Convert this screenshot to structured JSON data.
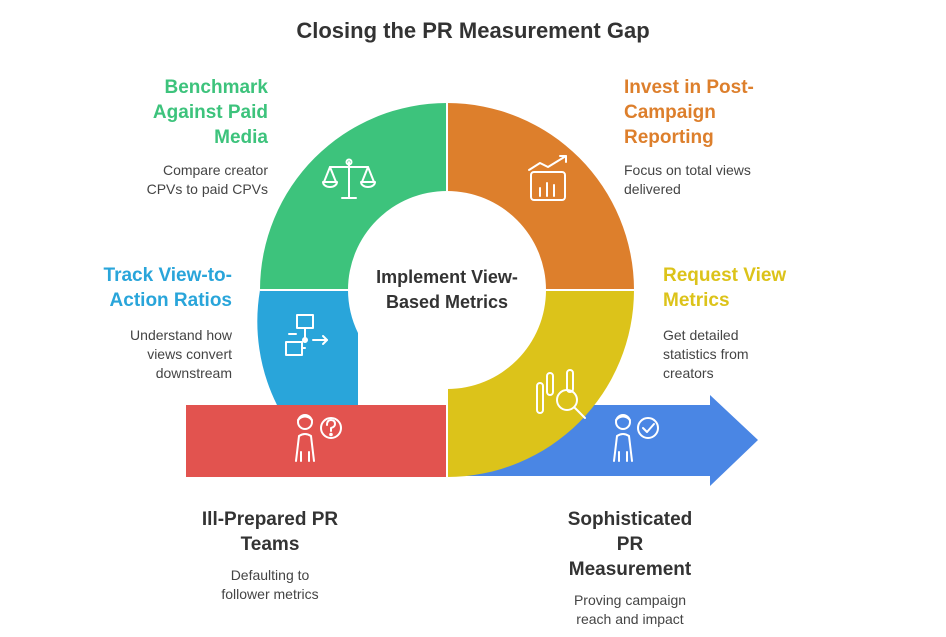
{
  "title": "Closing the PR Measurement Gap",
  "center_text": "Implement View-\nBased Metrics",
  "colors": {
    "green": "#3dc37c",
    "orange": "#dd7f2c",
    "blue": "#29a5da",
    "yellow": "#dcc31a",
    "red": "#e2534f",
    "arrow_blue": "#4a86e4"
  },
  "segments": [
    {
      "label": "Benchmark\nAgainst Paid\nMedia",
      "description": "Compare creator\nCPVs to paid CPVs",
      "icon": "scales-icon",
      "color": "#3dc37c"
    },
    {
      "label": "Invest in Post-\nCampaign\nReporting",
      "description": "Focus on total views\ndelivered",
      "icon": "growth-chart-icon",
      "color": "#dd7f2c"
    },
    {
      "label": "Track View-to-\nAction Ratios",
      "description": "Understand how\nviews convert\ndownstream",
      "icon": "flowchart-icon",
      "color": "#29a5da"
    },
    {
      "label": "Request View\nMetrics",
      "description": "Get detailed\nstatistics from\ncreators",
      "icon": "magnify-bars-icon",
      "color": "#dcc31a"
    }
  ],
  "start": {
    "label": "Ill-Prepared PR\nTeams",
    "description": "Defaulting to\nfollower metrics",
    "icon": "person-question-icon",
    "color": "#e2534f"
  },
  "end": {
    "label": "Sophisticated\nPR\nMeasurement",
    "description": "Proving campaign\nreach and impact",
    "icon": "person-check-icon",
    "color": "#4a86e4"
  }
}
